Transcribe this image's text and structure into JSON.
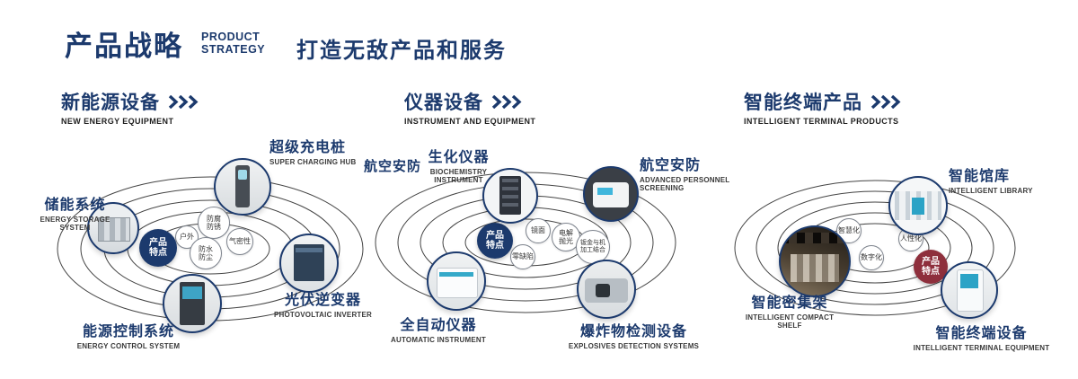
{
  "colors": {
    "navy": "#1c3a6d",
    "maroon": "#8e2f3c"
  },
  "header": {
    "title": "产品战略",
    "title_en1": "PRODUCT",
    "title_en2": "STRATEGY",
    "tagline": "打造无敌产品和服务"
  },
  "sections": {
    "energy": {
      "title": "新能源设备",
      "subtitle": "NEW ENERGY EQUIPMENT",
      "center_label": "产品特点",
      "tags": {
        "t1": "防腐防锈",
        "t2": "户外",
        "t3": "气密性",
        "t4": "防水防尘"
      },
      "products": {
        "charging": {
          "cn": "超级充电桩",
          "en": "SUPER CHARGING HUB"
        },
        "storage": {
          "cn": "储能系统",
          "en1": "ENERGY STORAGE",
          "en2": "SYSTEM"
        },
        "inverter": {
          "cn": "光伏逆变器",
          "en": "PHOTOVOLTAIC INVERTER"
        },
        "control": {
          "cn": "能源控制系统",
          "en": "ENERGY CONTROL SYSTEM"
        }
      }
    },
    "instrument": {
      "title": "仪器设备",
      "subtitle": "INSTRUMENT AND EQUIPMENT",
      "center_label": "产品特点",
      "aviation_label": "航空安防",
      "tags": {
        "t1": "镜面",
        "t2": "电解抛光",
        "t3": "零缺陷",
        "t4": "钣金与机加工结合"
      },
      "products": {
        "biochem": {
          "cn": "生化仪器",
          "en1": "BIOCHEMISTRY",
          "en2": "INSTRUMENT"
        },
        "screening": {
          "cn": "航空安防",
          "en1": "ADVANCED PERSONNEL",
          "en2": "SCREENING"
        },
        "automatic": {
          "cn": "全自动仪器",
          "en": "AUTOMATIC INSTRUMENT"
        },
        "explosives": {
          "cn": "爆炸物检测设备",
          "en": "EXPLOSIVES DETECTION SYSTEMS"
        }
      }
    },
    "terminal": {
      "title": "智能终端产品",
      "subtitle": "INTELLIGENT TERMINAL PRODUCTS",
      "center_label": "产品特点",
      "tags": {
        "t1": "智慧化",
        "t2": "人性化",
        "t3": "数字化"
      },
      "products": {
        "library": {
          "cn": "智能馆库",
          "en": "INTELLIGENT LIBRARY"
        },
        "shelf": {
          "cn": "智能密集架",
          "en1": "INTELLIGENT COMPACT",
          "en2": "SHELF"
        },
        "device": {
          "cn": "智能终端设备",
          "en": "INTELLIGENT TERMINAL EQUIPMENT"
        }
      }
    }
  }
}
